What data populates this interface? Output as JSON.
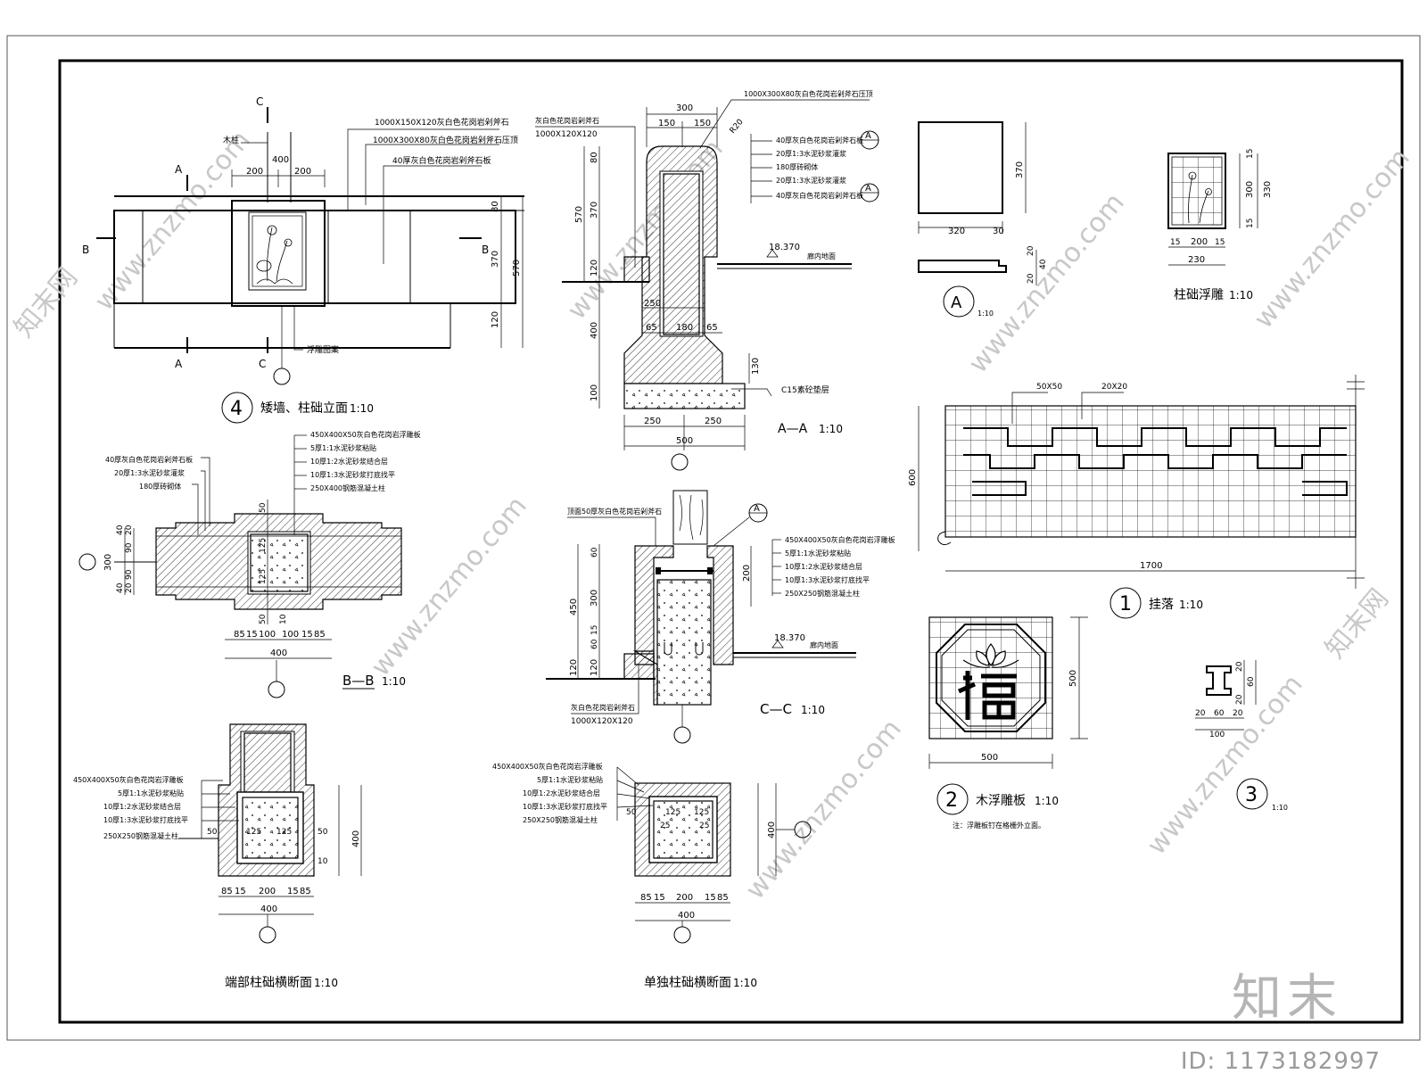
{
  "elevation": {
    "title": "矮墙、柱础立面",
    "scale": "1:10",
    "number": "4",
    "labels": {
      "post": "木柱",
      "cap": "1000X150X120灰白色花岗岩剁斧石",
      "coping": "1000X300X80灰白色花岗岩剁斧石压顶",
      "veneer": "40厚灰白色花岗岩剁斧石板",
      "relief": "浮雕图案"
    },
    "dims": {
      "top_total": "400",
      "top_left": "200",
      "top_right": "200",
      "v1": "80",
      "v2": "370",
      "v3": "120",
      "v_total": "570"
    },
    "section_marks": {
      "a": "A",
      "b": "B",
      "c": "C"
    }
  },
  "section_aa": {
    "title": "A—A",
    "scale": "1:10",
    "labels": {
      "left_stone": "灰白色花岗岩剁斧石",
      "left_stone_size": "1000X120X120",
      "coping": "1000X300X80灰白色花岗岩剁斧石压顶",
      "l1": "40厚灰白色花岗岩剁斧石板",
      "l2": "20厚1:3水泥砂浆灌浆",
      "l3": "180厚砖砌体",
      "l4": "20厚1:3水泥砂浆灌浆",
      "l5": "40厚灰白色花岗岩剁斧石板",
      "level": "18.370",
      "ground": "廊内地面",
      "base": "C15素砼垫层",
      "radius": "R20"
    },
    "dims": {
      "top": "300",
      "t1": "150",
      "t2": "150",
      "v80": "80",
      "v370": "370",
      "v570": "570",
      "v120": "120",
      "v400": "400",
      "v100": "100",
      "v130": "130",
      "w250": "250",
      "w65a": "65",
      "w180": "180",
      "w65b": "65",
      "b250a": "250",
      "b250b": "250",
      "b500": "500"
    },
    "callout": "A"
  },
  "detail_a": {
    "label": "A",
    "scale": "1:10",
    "dims": {
      "w320": "320",
      "w30": "30",
      "h370": "370",
      "d20a": "20",
      "d20b": "20",
      "d40": "40"
    }
  },
  "relief_base": {
    "title": "柱础浮雕",
    "scale": "1:10",
    "dims": {
      "w15a": "15",
      "w200": "200",
      "w15b": "15",
      "w230": "230",
      "h15a": "15",
      "h300": "300",
      "h15b": "15",
      "h330": "330"
    }
  },
  "hanging": {
    "title": "挂落",
    "scale": "1:10",
    "number": "1",
    "labels": {
      "l1": "50X50",
      "l2": "20X20"
    },
    "dims": {
      "h600": "600",
      "w1700": "1700"
    }
  },
  "section_bb": {
    "title": "B—B",
    "scale": "1:10",
    "labels": {
      "left1": "40厚灰白色花岗岩剁斧石板",
      "left2": "20厚1:3水泥砂浆灌浆",
      "left3": "180厚砖砌体",
      "r1": "450X400X50灰白色花岗岩浮雕板",
      "r2": "5厚1:1水泥砂浆粘贴",
      "r3": "10厚1:2水泥砂浆结合层",
      "r4": "10厚1:3水泥砂浆打底找平",
      "r5": "250X400钢筋混凝土柱"
    },
    "dims": {
      "d85a": "85",
      "d15a": "15",
      "d100a": "100",
      "d100b": "100",
      "d15b": "15",
      "d85b": "85",
      "d400": "400",
      "v300": "300",
      "v40": "40",
      "v20": "20",
      "v90": "90",
      "v50": "50",
      "v125": "125",
      "v10": "10"
    }
  },
  "section_cc": {
    "title": "C—C",
    "scale": "1:10",
    "labels": {
      "top": "顶面50厚灰白色花岗岩剁斧石",
      "r1": "450X400X50灰白色花岗岩浮雕板",
      "r2": "5厚1:1水泥砂浆粘贴",
      "r3": "10厚1:2水泥砂浆结合层",
      "r4": "10厚1:3水泥砂浆打底找平",
      "r5": "250X250钢筋混凝土柱",
      "level": "18.370",
      "ground": "廊内地面",
      "bottom": "灰白色花岗岩剁斧石",
      "bottom_size": "1000X120X120"
    },
    "dims": {
      "v60": "60",
      "v300": "300",
      "v15": "15",
      "v450": "450",
      "v120": "120",
      "v200": "200"
    },
    "callout": "A"
  },
  "relief_panel": {
    "title": "木浮雕板",
    "scale": "1:10",
    "number": "2",
    "note": "注：浮雕板钉在格栅外立面。",
    "dims": {
      "w500": "500",
      "h500": "500"
    }
  },
  "detail_3": {
    "number": "3",
    "scale": "1:10",
    "dims": {
      "v20a": "20",
      "v60": "60",
      "v20b": "20",
      "w20a": "20",
      "w60": "60",
      "w20b": "20",
      "w100": "100"
    }
  },
  "end_section": {
    "title": "端部柱础横断面",
    "scale": "1:10",
    "labels": {
      "l1": "450X400X50灰白色花岗岩浮雕板",
      "l2": "5厚1:1水泥砂浆粘贴",
      "l3": "10厚1:2水泥砂浆结合层",
      "l4": "10厚1:3水泥砂浆打底找平",
      "l5": "250X250钢筋混凝土柱"
    },
    "dims": {
      "d85": "85",
      "d15a": "15",
      "d200": "200",
      "d15b": "15",
      "d85b": "85",
      "d400": "400",
      "v400": "400",
      "s50a": "50",
      "s125a": "125",
      "s125b": "125",
      "s50b": "50",
      "s10": "10"
    }
  },
  "single_section": {
    "title": "单独柱础横断面",
    "scale": "1:10",
    "labels": {
      "l1": "450X400X50灰白色花岗岩浮雕板",
      "l2": "5厚1:1水泥砂浆粘贴",
      "l3": "10厚1:2水泥砂浆结合层",
      "l4": "10厚1:3水泥砂浆打底找平",
      "l5": "250X250钢筋混凝土柱"
    },
    "dims": {
      "d85": "85",
      "d15a": "15",
      "d200": "200",
      "d15b": "15",
      "d85b": "85",
      "d400": "400",
      "v400": "400",
      "s50": "50",
      "s125a": "125",
      "s25a": "25",
      "s125b": "125",
      "s25b": "25"
    }
  },
  "watermark": {
    "site": "www.znzmo.com",
    "brand": "知末",
    "brand2": "知末网",
    "id": "ID: 1173182997"
  }
}
